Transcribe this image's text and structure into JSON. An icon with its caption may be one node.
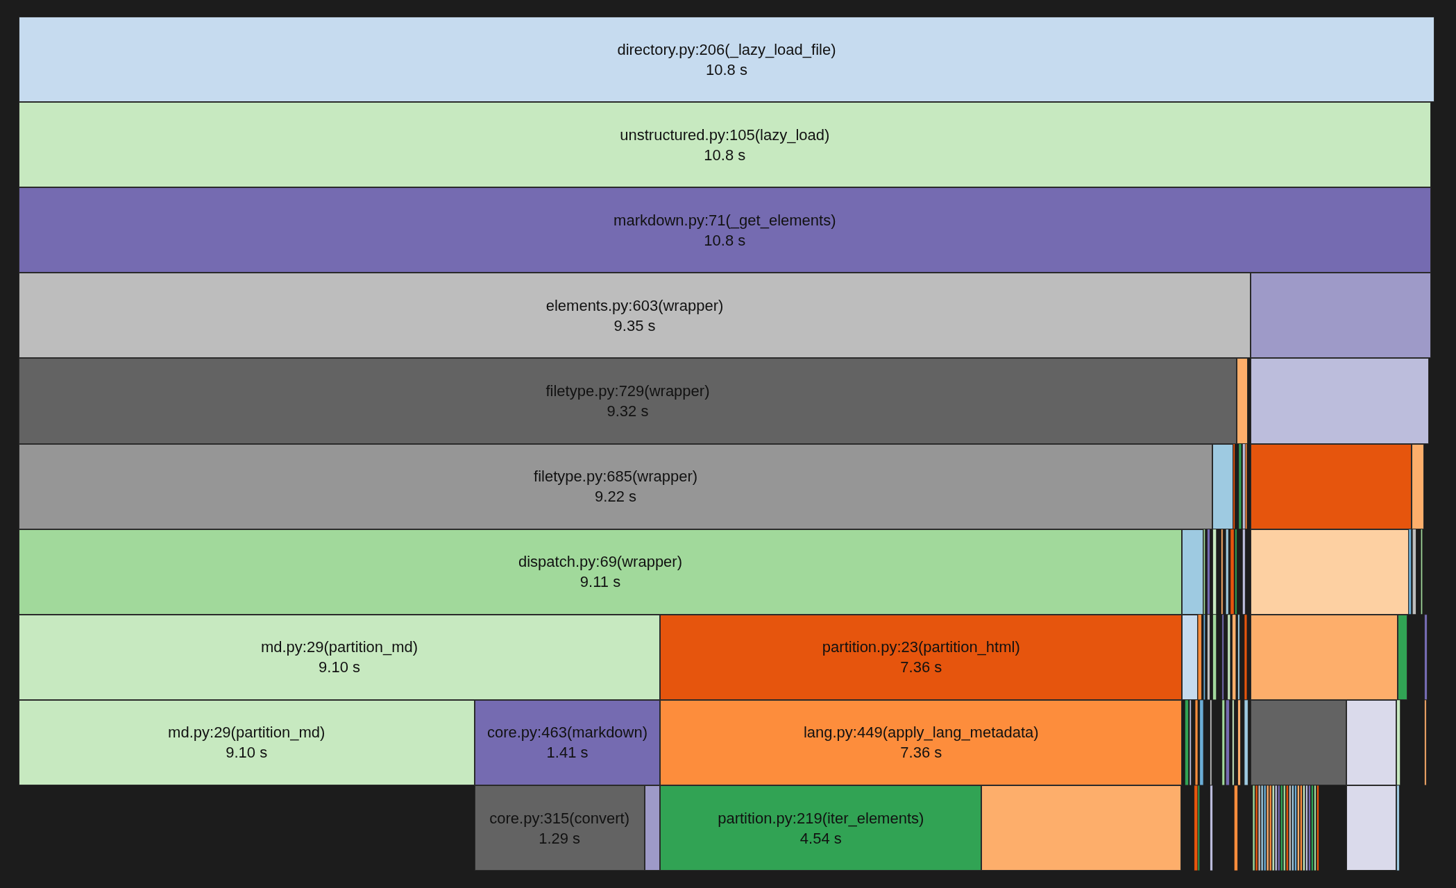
{
  "diagram": {
    "nodes": [
      {
        "text": [
          "directory.py:206(_lazy_load_file)",
          "10.8 s"
        ]
      },
      {
        "text": [
          "unstructured.py:105(lazy_load)",
          "10.8 s"
        ]
      },
      {
        "text": [
          "markdown.py:71(_get_elements)",
          "10.8 s"
        ]
      },
      {
        "text": [
          "elements.py:603(wrapper)",
          "9.35 s"
        ]
      },
      {
        "text": [
          "filetype.py:729(wrapper)",
          "9.32 s"
        ]
      },
      {
        "text": [
          "filetype.py:685(wrapper)",
          "9.22 s"
        ]
      },
      {
        "text": [
          "dispatch.py:69(wrapper)",
          "9.11 s"
        ]
      },
      {
        "text": [
          "md.py:29(partition_md)",
          "9.10 s"
        ]
      },
      {
        "text": [
          "partition.py:23(partition_html)",
          "7.36 s"
        ]
      },
      {
        "text": [
          "md.py:29(partition_md)",
          "9.10 s"
        ]
      },
      {
        "text": [
          "core.py:463(markdown)",
          "1.41 s"
        ]
      },
      {
        "text": [
          "lang.py:449(apply_lang_metadata)",
          "7.36 s"
        ]
      },
      {
        "text": [
          "core.py:315(convert)",
          "1.29 s"
        ]
      },
      {
        "text": [
          "partition.py:219(iter_elements)",
          "4.54 s"
        ]
      },
      {
        "text": [],
        "shape": "box"
      },
      {
        "text": [],
        "shape": "box"
      },
      {
        "text": [],
        "shape": "box"
      },
      {
        "text": [],
        "shape": "box"
      },
      {
        "text": [],
        "shape": "box"
      },
      {
        "text": [],
        "shape": "box"
      },
      {
        "text": [],
        "shape": "box"
      },
      {
        "text": [],
        "shape": "box"
      },
      {
        "text": [],
        "shape": "box"
      },
      {
        "text": [],
        "shape": "box"
      },
      {
        "text": [],
        "shape": "box"
      },
      {
        "text": [],
        "shape": "box"
      },
      {
        "text": [],
        "shape": "box"
      },
      {
        "text": [],
        "shape": "box"
      },
      {
        "text": [],
        "shape": "box"
      },
      {
        "text": [],
        "shape": "box"
      }
    ]
  }
}
